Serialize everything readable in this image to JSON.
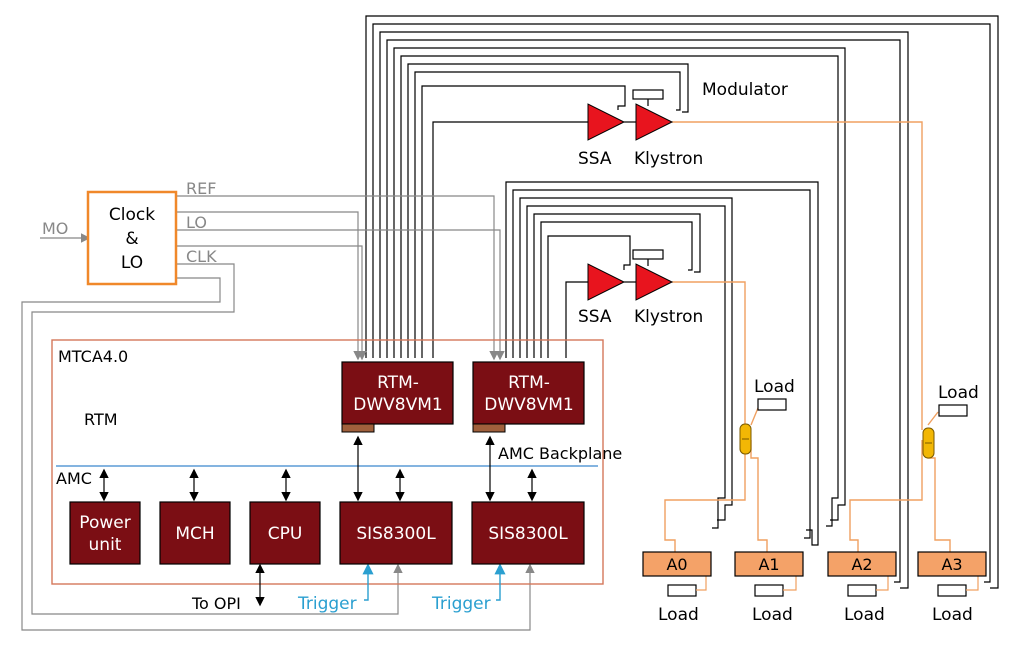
{
  "clock_box": {
    "line1": "Clock",
    "line2": "&",
    "line3": "LO"
  },
  "signals": {
    "mo": "MO",
    "ref": "REF",
    "lo": "LO",
    "clk": "CLK"
  },
  "crate": {
    "title": "MTCA4.0",
    "rtm": "RTM",
    "amc": "AMC",
    "backplane": "AMC Backplane"
  },
  "modules": {
    "rtm_line1": "RTM-",
    "rtm_line2": "DWV8VM1",
    "power_line1": "Power",
    "power_line2": "unit",
    "mch": "MCH",
    "cpu": "CPU",
    "sis": "SIS8300L"
  },
  "rf": {
    "ssa": "SSA",
    "klystron": "Klystron",
    "modulator": "Modulator",
    "load": "Load"
  },
  "cavities": [
    "A0",
    "A1",
    "A2",
    "A3"
  ],
  "io": {
    "to_opi": "To OPI",
    "trigger": "Trigger"
  },
  "colors": {
    "module": "#7b0e14",
    "clock_border": "#f0882a",
    "crate_border": "#d4775a",
    "amp": "#e8141e",
    "cavity": "#f4a268",
    "waveguide": "#f0a060",
    "trigger": "#2a9fd0",
    "backplane": "#5b9bd5",
    "grey": "#888888",
    "coupler": "#f2b705"
  }
}
